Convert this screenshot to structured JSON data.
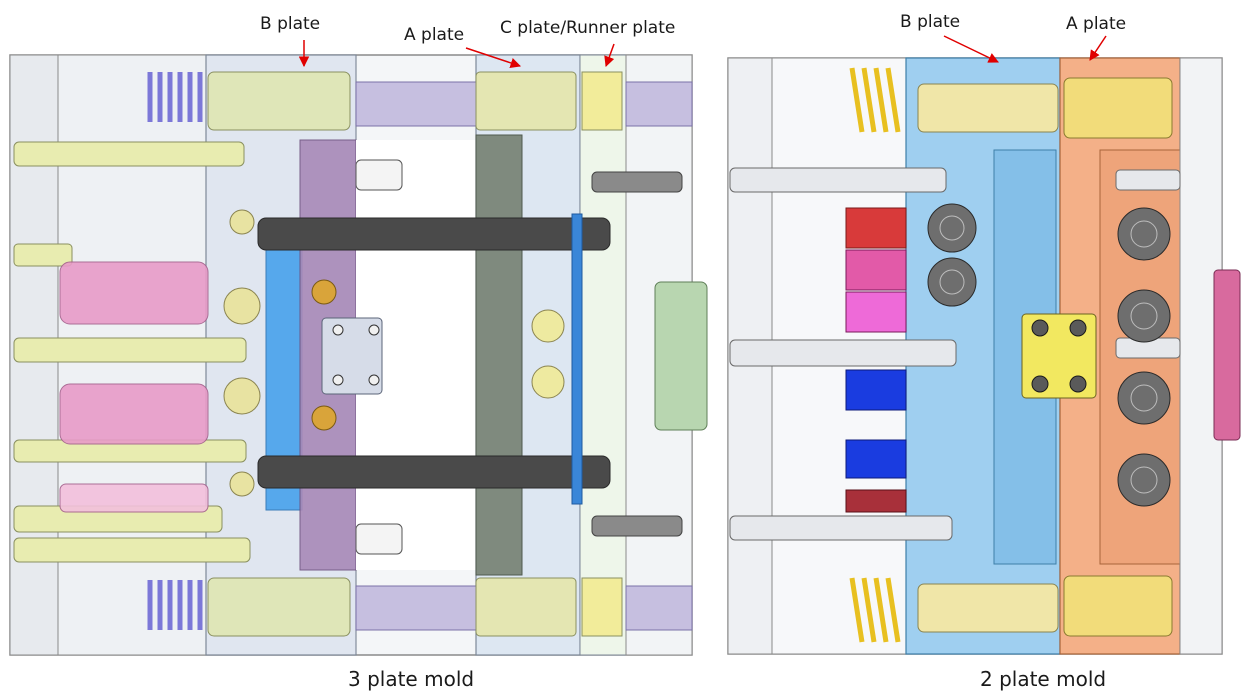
{
  "left_mold": {
    "caption": "3 plate mold",
    "labels": {
      "b_plate": "B plate",
      "a_plate": "A plate",
      "c_plate": "C plate/Runner plate"
    }
  },
  "right_mold": {
    "caption": "2 plate mold",
    "labels": {
      "b_plate": "B plate",
      "a_plate": "A plate"
    }
  },
  "colors": {
    "arrow": "#e00000",
    "b_plate_fill": "#9fcff0",
    "a_plate_fill": "#f4b088",
    "tie_rod": "#4a4a4a",
    "spring_purple": "#7c78d8",
    "spring_yellow": "#e8c020",
    "pink": "#e87ac0",
    "blue": "#1a3ce0",
    "red": "#d83a3a",
    "bolt_plate": "#f2e860"
  }
}
